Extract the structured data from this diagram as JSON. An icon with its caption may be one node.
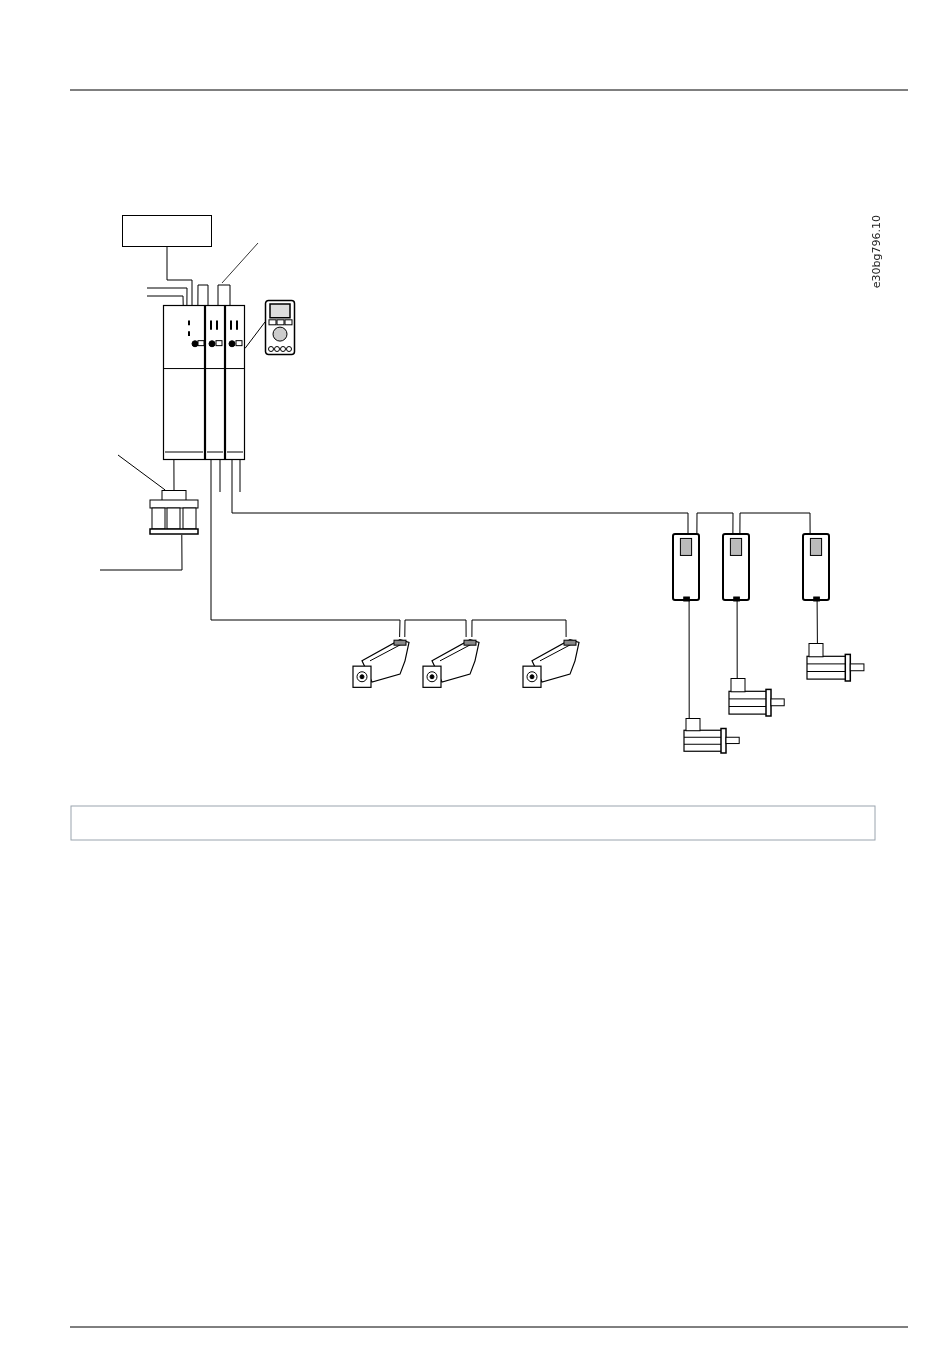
{
  "diagram": {
    "nodes": [
      {
        "text": [],
        "shape": "box"
      },
      {
        "text": [],
        "shape": "box"
      },
      {
        "text": [],
        "shape": "box"
      },
      {
        "text": [],
        "shape": "box"
      },
      {
        "text": [],
        "shape": "box"
      },
      {
        "text": [],
        "shape": "box"
      },
      {
        "text": [],
        "shape": "motor"
      },
      {
        "text": [],
        "shape": "motor"
      },
      {
        "text": [],
        "shape": "motor"
      },
      {
        "text": [],
        "shape": "box"
      },
      {
        "text": [],
        "shape": "box"
      },
      {
        "text": [],
        "shape": "box"
      },
      {
        "text": [],
        "shape": "motor"
      },
      {
        "text": [],
        "shape": "motor"
      },
      {
        "text": [],
        "shape": "motor"
      }
    ],
    "edges": [
      {
        "from": 0,
        "to": 1,
        "arrow": "none"
      },
      {
        "from": 1,
        "to": 2,
        "arrow": "none"
      },
      {
        "from": 2,
        "to": 3,
        "arrow": "none"
      },
      {
        "from": null,
        "to": 1,
        "arrow": "none"
      },
      {
        "from": null,
        "to": 1,
        "arrow": "none"
      },
      {
        "from": 4,
        "to": 3,
        "arrow": "none"
      },
      {
        "from": 5,
        "to": 1,
        "arrow": "none"
      },
      {
        "from": null,
        "to": 5,
        "arrow": "none"
      },
      {
        "from": 2,
        "to": 6,
        "arrow": "none"
      },
      {
        "from": 6,
        "to": 7,
        "arrow": "none"
      },
      {
        "from": 7,
        "to": 8,
        "arrow": "none"
      },
      {
        "from": 3,
        "to": 9,
        "arrow": "none"
      },
      {
        "from": 9,
        "to": 10,
        "arrow": "none"
      },
      {
        "from": 10,
        "to": 11,
        "arrow": "none"
      },
      {
        "from": 9,
        "to": 12,
        "arrow": "none"
      },
      {
        "from": 10,
        "to": 13,
        "arrow": "none"
      },
      {
        "from": 11,
        "to": 14,
        "arrow": "none"
      },
      {
        "from": 2,
        "to": null,
        "arrow": "none"
      },
      {
        "from": 3,
        "to": null,
        "arrow": "none"
      },
      {
        "from": null,
        "to": 5,
        "arrow": "none"
      }
    ],
    "labels": [
      "e30bg796.10"
    ]
  }
}
